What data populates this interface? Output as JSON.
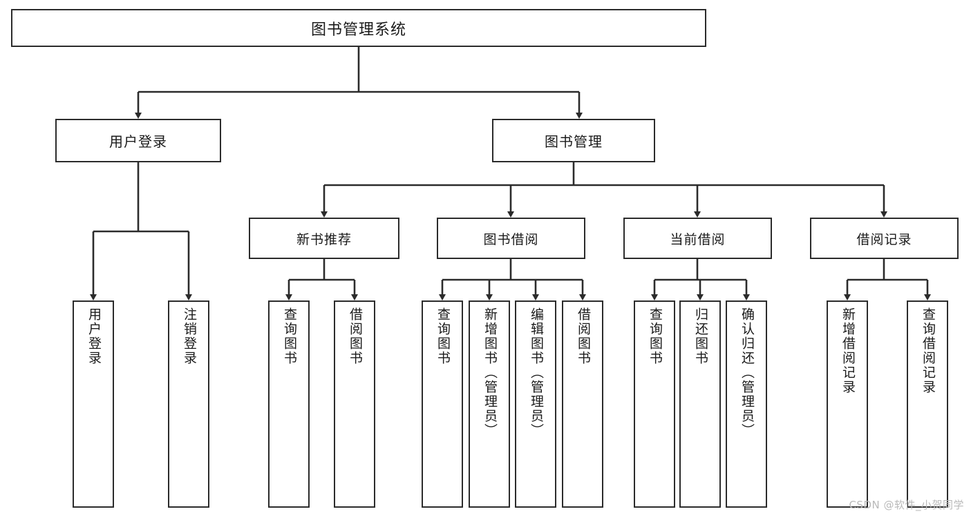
{
  "diagram": {
    "title": "图书管理系统",
    "type": "tree-hierarchy",
    "watermark": "CSDN @软件_小贺同学",
    "colors": {
      "stroke": "#2b2b2b",
      "fill": "#ffffff",
      "text": "#1a1a1a",
      "watermark": "#b9b9b9"
    },
    "nodes": {
      "root": {
        "label": "图书管理系统"
      },
      "level1": [
        {
          "id": "user-login",
          "label": "用户登录"
        },
        {
          "id": "book-manage",
          "label": "图书管理"
        }
      ],
      "level2": [
        {
          "id": "new-book-rec",
          "label": "新书推荐"
        },
        {
          "id": "book-borrow",
          "label": "图书借阅"
        },
        {
          "id": "current-borrow",
          "label": "当前借阅"
        },
        {
          "id": "borrow-record",
          "label": "借阅记录"
        }
      ],
      "leaves": {
        "user-login": [
          {
            "id": "leaf-user-login",
            "label": "用户登录"
          },
          {
            "id": "leaf-logout",
            "label": "注销登录"
          }
        ],
        "new-book-rec": [
          {
            "id": "leaf-query-book-1",
            "label": "查询图书"
          },
          {
            "id": "leaf-borrow-book-1",
            "label": "借阅图书"
          }
        ],
        "book-borrow": [
          {
            "id": "leaf-query-book-2",
            "label": "查询图书"
          },
          {
            "id": "leaf-add-book",
            "label": "新增图书（管理员）"
          },
          {
            "id": "leaf-edit-book",
            "label": "编辑图书（管理员）"
          },
          {
            "id": "leaf-borrow-book-2",
            "label": "借阅图书"
          }
        ],
        "current-borrow": [
          {
            "id": "leaf-query-book-3",
            "label": "查询图书"
          },
          {
            "id": "leaf-return-book",
            "label": "归还图书"
          },
          {
            "id": "leaf-confirm-return",
            "label": "确认归还（管理员）"
          }
        ],
        "borrow-record": [
          {
            "id": "leaf-add-record",
            "label": "新增借阅记录"
          },
          {
            "id": "leaf-query-record",
            "label": "查询借阅记录"
          }
        ]
      }
    }
  }
}
